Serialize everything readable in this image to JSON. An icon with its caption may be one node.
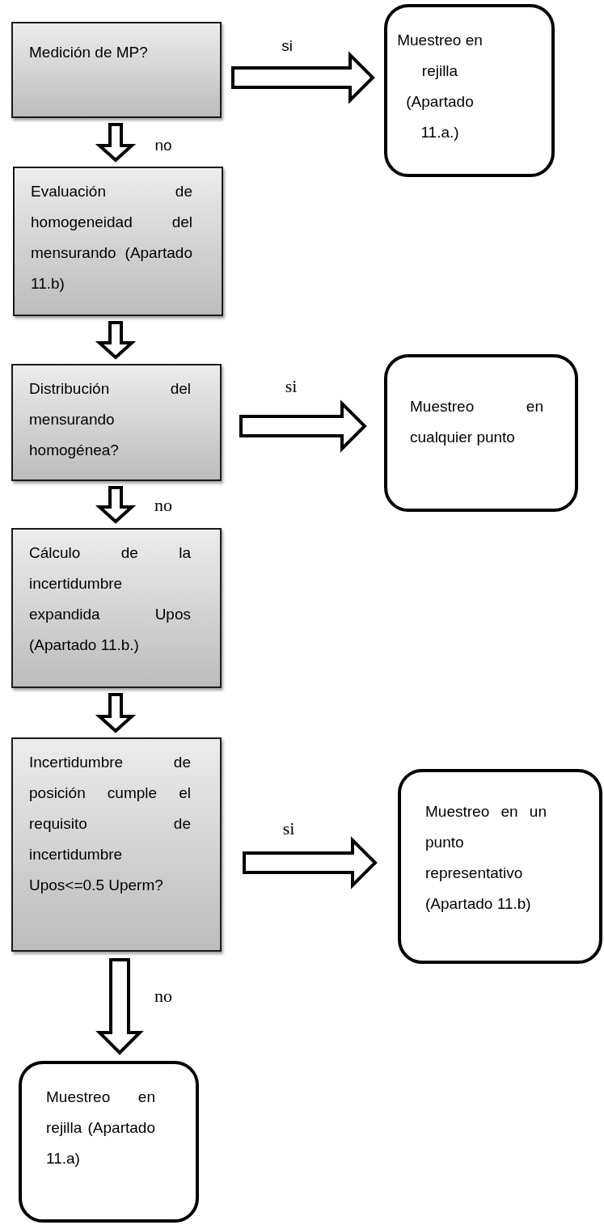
{
  "diagram": {
    "nodes": [
      {
        "text": [
          "Medición de MP?"
        ]
      },
      {
        "text": [
          "Muestreo en rejilla (Apartado 11.a.)"
        ]
      },
      {
        "text": [
          "Evaluación de homogeneidad del mensurando (Apartado 11.b)"
        ]
      },
      {
        "text": [
          "Distribución del mensurando homogénea?"
        ]
      },
      {
        "text": [
          "Muestreo en cualquier punto"
        ]
      },
      {
        "text": [
          "Cálculo de la incertidumbre expandida Upos (Apartado 11.b.)"
        ]
      },
      {
        "text": [
          "Incertidumbre de posición cumple el requisito de incertidumbre Upos<=0.5 Uperm?"
        ]
      },
      {
        "text": [
          "Muestreo en un punto representativo (Apartado 11.b)"
        ]
      },
      {
        "text": [
          "Muestreo en rejilla (Apartado 11.a)"
        ]
      }
    ],
    "edges": [
      {
        "from": 0,
        "to": 1,
        "arrow": "to",
        "label": "si"
      },
      {
        "from": 0,
        "to": 2,
        "arrow": "to",
        "label": "no"
      },
      {
        "from": 2,
        "to": 3,
        "arrow": "to"
      },
      {
        "from": 3,
        "to": 4,
        "arrow": "to",
        "label": "si"
      },
      {
        "from": 3,
        "to": 5,
        "arrow": "to",
        "label": "no"
      },
      {
        "from": 5,
        "to": 6,
        "arrow": "to"
      },
      {
        "from": 6,
        "to": 7,
        "arrow": "to",
        "label": "si"
      },
      {
        "from": 6,
        "to": 8,
        "arrow": "to",
        "label": "no"
      }
    ]
  }
}
